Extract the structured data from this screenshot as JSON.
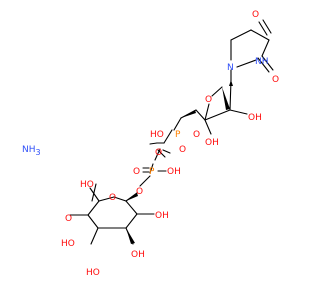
{
  "molecule": {
    "counter_ion": "NH",
    "counter_ion_subscript": "3",
    "colors": {
      "oxygen": "#ff0d0d",
      "nitrogen": "#3050f8",
      "phosphorus": "#ff8000",
      "carbon": "#000000",
      "background": "#ffffff"
    },
    "labels": {
      "pyrimidine_o_top": "O",
      "pyrimidine_o_right": "O",
      "pyrimidine_n_ring": "N",
      "pyrimidine_nh_n": "N",
      "pyrimidine_nh_h": "H",
      "furanose_o": "O",
      "furanose_oh_2prime": "OH",
      "furanose_oh_3prime": "OH",
      "linker_o": "O",
      "p1_ho": "HO",
      "p1_atom": "P",
      "p1_o_double": "O",
      "bridge_o": "O",
      "p2_o_double": "O",
      "p2_atom": "P",
      "p2_oh": "OH",
      "anomeric_o": "O",
      "acid_ho": "HO",
      "acid_o": "O",
      "sugar_ring_o": "O",
      "sugar_oh_a": "HO",
      "sugar_oh_b": "OH",
      "sugar_oh_c": "HO",
      "sugar_oh_d": "OH"
    }
  }
}
